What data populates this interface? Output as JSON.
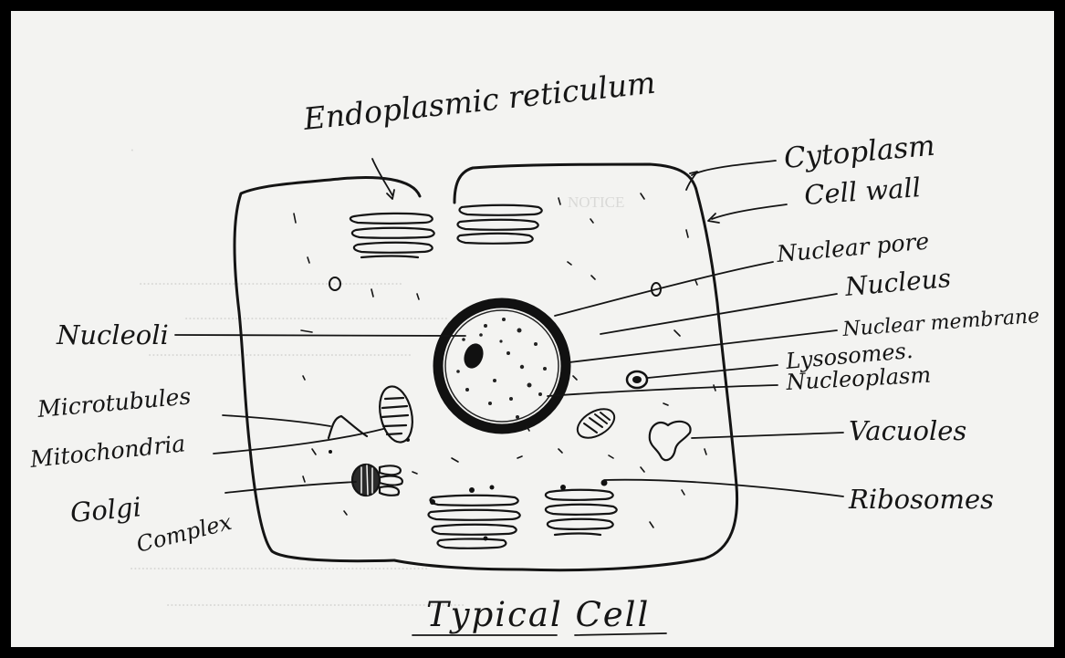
{
  "title": "Typical Cell",
  "labels": {
    "endoplasmic_reticulum": "Endoplasmic reticulum",
    "cytoplasm": "Cytoplasm",
    "cell_wall": "Cell wall",
    "nuclear_pore": "Nuclear pore",
    "nucleus": "Nucleus",
    "nuclear_membrane": "Nuclear membrane",
    "lysosomes": "Lysosomes.",
    "nucleoplasm": "Nucleoplasm",
    "vacuoles": "Vacuoles",
    "ribosomes": "Ribosomes",
    "nucleoli": "Nucleoli",
    "microtubules": "Microtubules",
    "mitochondria": "Mitochondria",
    "golgi": "Golgi",
    "complex": "Complex"
  },
  "colors": {
    "ink": "#141414",
    "paper": "#f3f3f1",
    "frame": "#000000"
  }
}
